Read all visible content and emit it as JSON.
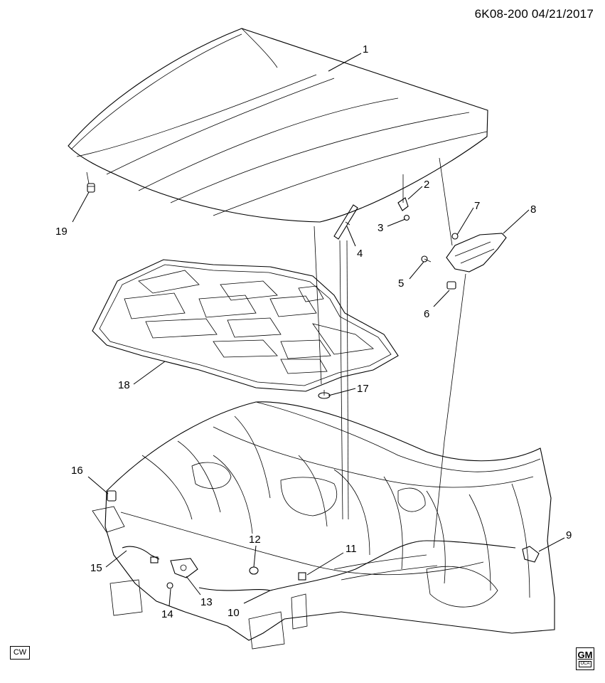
{
  "header": {
    "code": "6K08-200",
    "date": "04/21/2017"
  },
  "corner_mark": "CW",
  "logo": {
    "brand": "GM",
    "sub": "OCA"
  },
  "callouts": [
    {
      "id": "c1",
      "label": "1"
    },
    {
      "id": "c2",
      "label": "2"
    },
    {
      "id": "c3",
      "label": "3"
    },
    {
      "id": "c4",
      "label": "4"
    },
    {
      "id": "c5",
      "label": "5"
    },
    {
      "id": "c6",
      "label": "6"
    },
    {
      "id": "c7",
      "label": "7"
    },
    {
      "id": "c8",
      "label": "8"
    },
    {
      "id": "c9",
      "label": "9"
    },
    {
      "id": "c10",
      "label": "10"
    },
    {
      "id": "c11",
      "label": "11"
    },
    {
      "id": "c12",
      "label": "12"
    },
    {
      "id": "c13",
      "label": "13"
    },
    {
      "id": "c14",
      "label": "14"
    },
    {
      "id": "c15",
      "label": "15"
    },
    {
      "id": "c16",
      "label": "16"
    },
    {
      "id": "c17",
      "label": "17"
    },
    {
      "id": "c18",
      "label": "18"
    },
    {
      "id": "c19",
      "label": "19"
    }
  ]
}
